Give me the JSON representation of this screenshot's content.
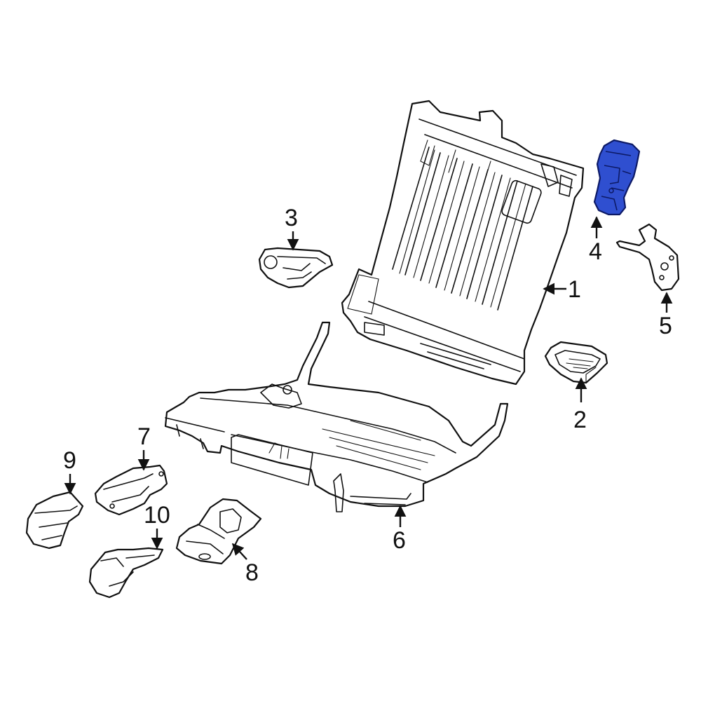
{
  "diagram": {
    "highlight_color": "#2f4fd0",
    "callouts": [
      {
        "id": "1",
        "label": "1"
      },
      {
        "id": "2",
        "label": "2"
      },
      {
        "id": "3",
        "label": "3"
      },
      {
        "id": "4",
        "label": "4",
        "highlighted": true
      },
      {
        "id": "5",
        "label": "5"
      },
      {
        "id": "6",
        "label": "6"
      },
      {
        "id": "7",
        "label": "7"
      },
      {
        "id": "8",
        "label": "8"
      },
      {
        "id": "9",
        "label": "9"
      },
      {
        "id": "10",
        "label": "10"
      }
    ]
  }
}
